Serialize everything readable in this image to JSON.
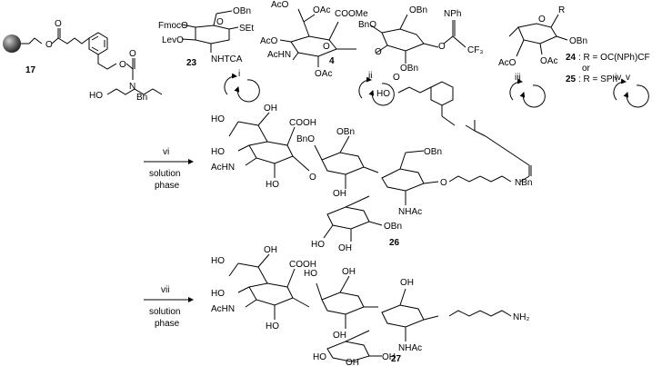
{
  "compounds": {
    "c17": "17",
    "c23": "23",
    "c4": "4",
    "c24": "24",
    "c25": "25",
    "c26": "26",
    "c27": "27"
  },
  "reagents": {
    "r24": ": R = OC(NPh)CF",
    "or": "or",
    "r25": ": R = SPh"
  },
  "steps": {
    "i": "i",
    "ii": "ii",
    "iii": "iii",
    "iv_v": "iv, v",
    "vi": "vi",
    "vii": "vii",
    "solution": "solution",
    "phase": "phase"
  },
  "labels": {
    "resin": {
      "HO": "HO",
      "N": "N",
      "Bn": "Bn",
      "O1": "O",
      "O2": "O",
      "O3": "O",
      "O4": "O"
    },
    "m23": {
      "OBn": "OBn",
      "Fmoc": "FmocO",
      "Lev": "LevO",
      "SEt": "SEt",
      "NHTCA": "NHTCA",
      "O": "O"
    },
    "m4": {
      "OAc1": "OAc",
      "AcO1": "AcO",
      "AcO2": "AcO",
      "AcHN": "AcHN",
      "COOMe": "COOMe",
      "OAc2": "OAc",
      "OBn1": "OBn",
      "BnO": "BnO",
      "NPh": "NPh",
      "CF3": "CF₃",
      "OBn2": "OBn",
      "O1": "O",
      "O2": "O",
      "O3": "O"
    },
    "m24": {
      "R": "R",
      "OBn": "OBn",
      "OAc": "OAc",
      "AcO": "AcO",
      "O": "O"
    },
    "m26": {
      "HO1": "HO",
      "OH1": "OH",
      "COOH": "COOH",
      "HO2": "HO",
      "AcHN": "AcHN",
      "HO3": "HO",
      "BnO": "BnO",
      "OBn1": "OBn",
      "OBn2": "OBn",
      "OH2": "OH",
      "O1": "O",
      "NHAc": "NHAc",
      "HO4": "HO",
      "OH3": "OH",
      "OBn3": "OBn",
      "NBn": "NBn",
      "HOacid": "HO",
      "Oacid": "O"
    },
    "m27": {
      "HO1": "HO",
      "OH1": "OH",
      "COOH": "COOH",
      "HO2": "HO",
      "AcHN": "AcHN",
      "HO3": "HO",
      "HO4": "HO",
      "OH2": "OH",
      "OH3": "OH",
      "OH4": "OH",
      "NHAc": "NHAc",
      "HO5": "HO",
      "OH5": "OH",
      "OH6": "OH",
      "NH2": "NH₂"
    }
  }
}
